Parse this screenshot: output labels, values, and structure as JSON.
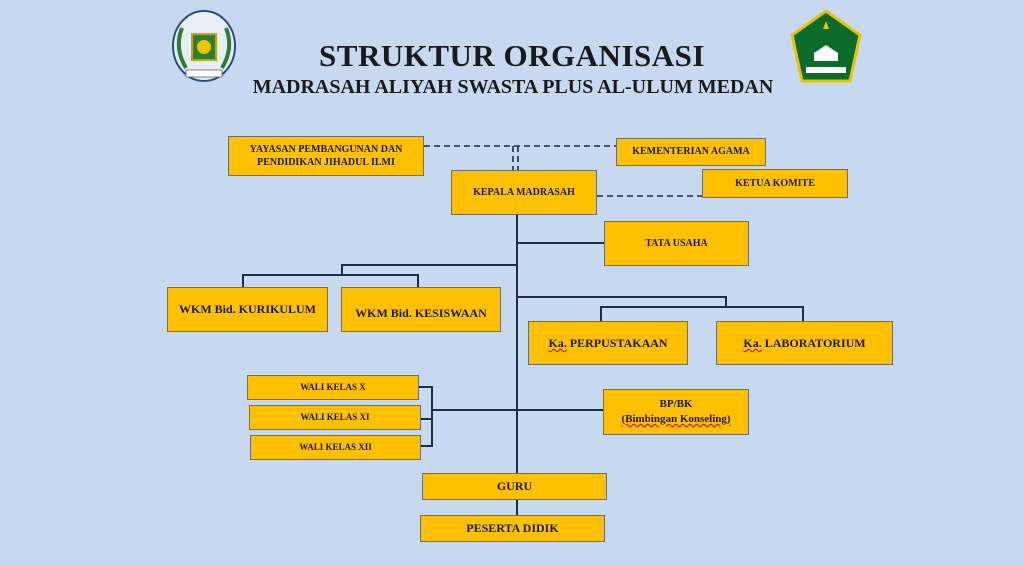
{
  "header": {
    "title": "STRUKTUR ORGANISASI",
    "subtitle": "MADRASAH ALIYAH SWASTA PLUS AL-ULUM MEDAN"
  },
  "logos": {
    "school": "MAS PLUS AL-ULUM MEDAN",
    "ministry": "KEMENTERIAN AGAMA"
  },
  "nodes": {
    "yayasan": "YAYASAN PEMBANGUNAN DAN PENDIDIKAN JIHADUL ILMI",
    "kemenag": "KEMENTERIAN AGAMA",
    "komite": "KETUA KOMITE",
    "kepala": "KEPALA MADRASAH",
    "tata_usaha": "TATA USAHA",
    "wkm_kurikulum": "WKM Bid. KURIKULUM",
    "wkm_kesiswaan": "WKM Bid. KESISWAAN",
    "perpus_prefix": "Ka.",
    "perpus": " PERPUSTAKAAN",
    "lab_prefix": "Ka.",
    "lab": " LABORATORIUM",
    "wali_x": "WALI KELAS X",
    "wali_xi": "WALI KELAS XI",
    "wali_xii": "WALI KELAS XII",
    "bpbk": "BP/BK",
    "bpbk_sub": "(Bimbingan Konseling)",
    "guru": "GURU",
    "peserta": "PESERTA DIDIK"
  }
}
